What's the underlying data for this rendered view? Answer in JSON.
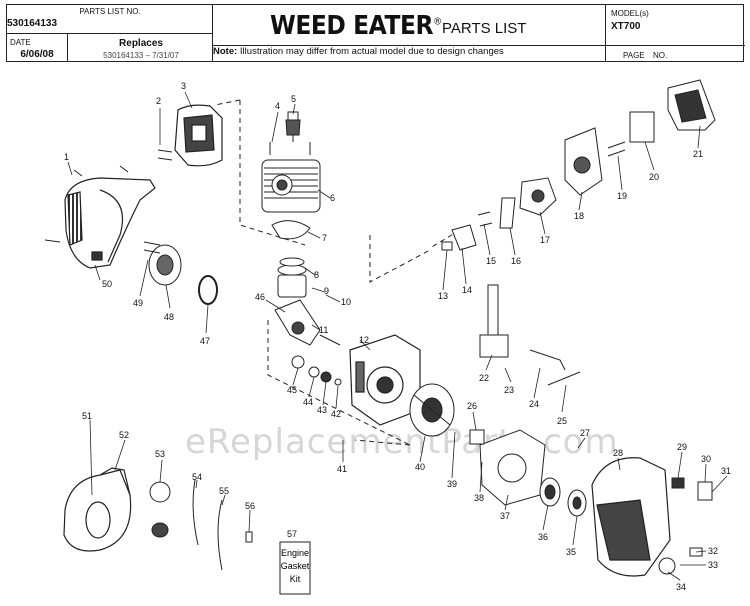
{
  "header": {
    "parts_list_no_label": "PARTS LIST NO.",
    "parts_list_no": "530164133",
    "brand": "WEED EATER",
    "brand_mark": "®",
    "title": "PARTS LIST",
    "models_label": "MODEL(s)",
    "model": "XT700",
    "date_label": "DATE",
    "date": "6/06/08",
    "replaces_label": "Replaces",
    "replaces": "530164133 – 7/31/07",
    "note_label": "Note:",
    "note": "Illustration may differ from actual model due to design changes",
    "page_label": "PAGE",
    "page_no_label": "NO."
  },
  "kit_box": {
    "line1": "Engine",
    "line2": "Gasket",
    "line3": "Kit"
  },
  "watermark": "eReplacementParts.com",
  "callouts": [
    "1",
    "2",
    "3",
    "4",
    "5",
    "6",
    "7",
    "8",
    "9",
    "10",
    "11",
    "12",
    "13",
    "14",
    "15",
    "16",
    "17",
    "18",
    "19",
    "20",
    "21",
    "22",
    "23",
    "24",
    "25",
    "26",
    "27",
    "28",
    "29",
    "30",
    "31",
    "32",
    "33",
    "34",
    "35",
    "36",
    "37",
    "38",
    "39",
    "40",
    "41",
    "42",
    "43",
    "44",
    "45",
    "46",
    "47",
    "48",
    "49",
    "50",
    "51",
    "52",
    "53",
    "54",
    "55",
    "56",
    "57"
  ]
}
